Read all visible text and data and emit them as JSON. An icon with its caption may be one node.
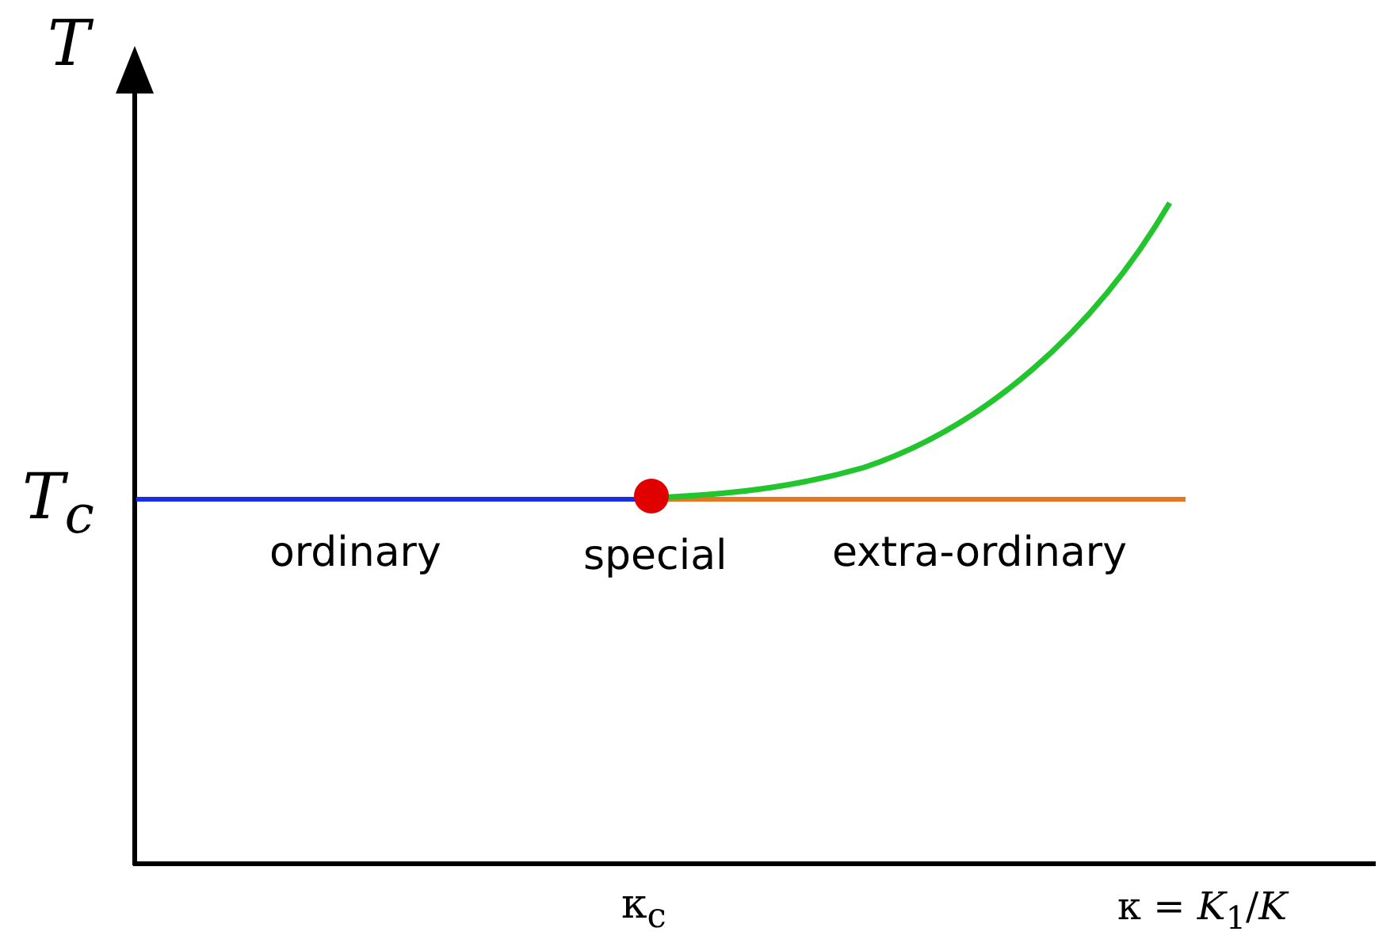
{
  "diagram": {
    "labels": [
      "T",
      "T$_{c}$",
      "ordinary",
      "special",
      "extra-ordinary",
      "κ$_{c}$",
      "κ = *K*$_{1}$/*K*"
    ]
  }
}
